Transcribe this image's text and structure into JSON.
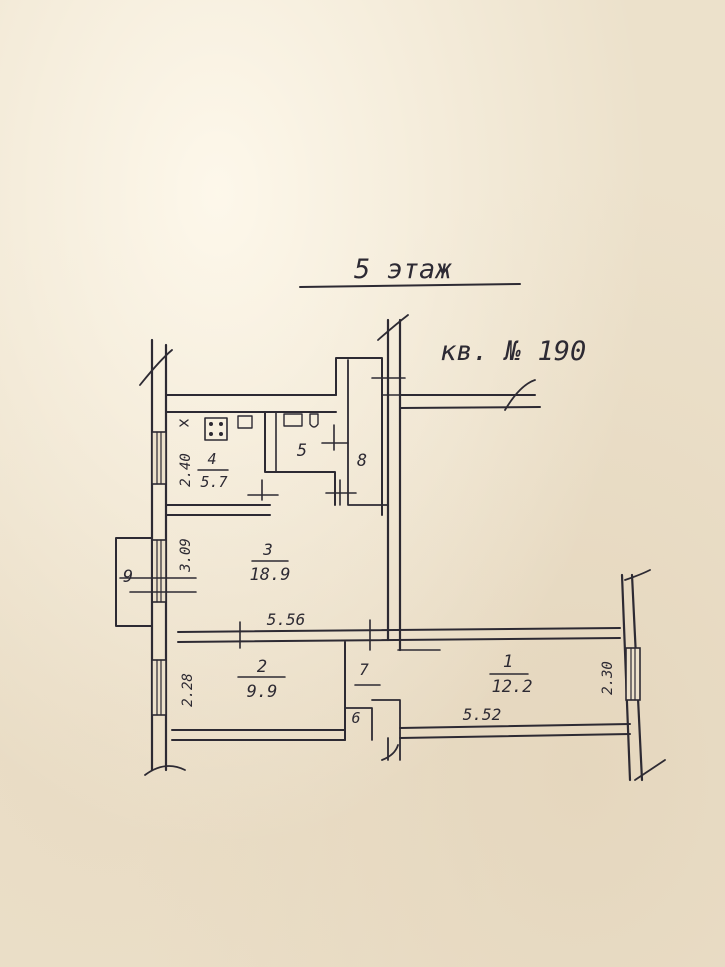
{
  "header": {
    "floor_label": "5 этаж",
    "apartment_label": "кв. № 190"
  },
  "rooms": [
    {
      "id": "1",
      "area": "12.2"
    },
    {
      "id": "2",
      "area": "9.9"
    },
    {
      "id": "3",
      "area": "18.9"
    },
    {
      "id": "4",
      "area": "5.7"
    },
    {
      "id": "5"
    },
    {
      "id": "6"
    },
    {
      "id": "7"
    },
    {
      "id": "8"
    },
    {
      "id": "9"
    }
  ],
  "dimensions": {
    "room1_length": "5.52",
    "room1_width": "2.30",
    "room2_width": "2.28",
    "room3_length": "5.56",
    "room3_width": "3.09",
    "room4_width": "2.40"
  },
  "colors": {
    "paper": "#ece1cb",
    "ink": "#2d2a33"
  }
}
